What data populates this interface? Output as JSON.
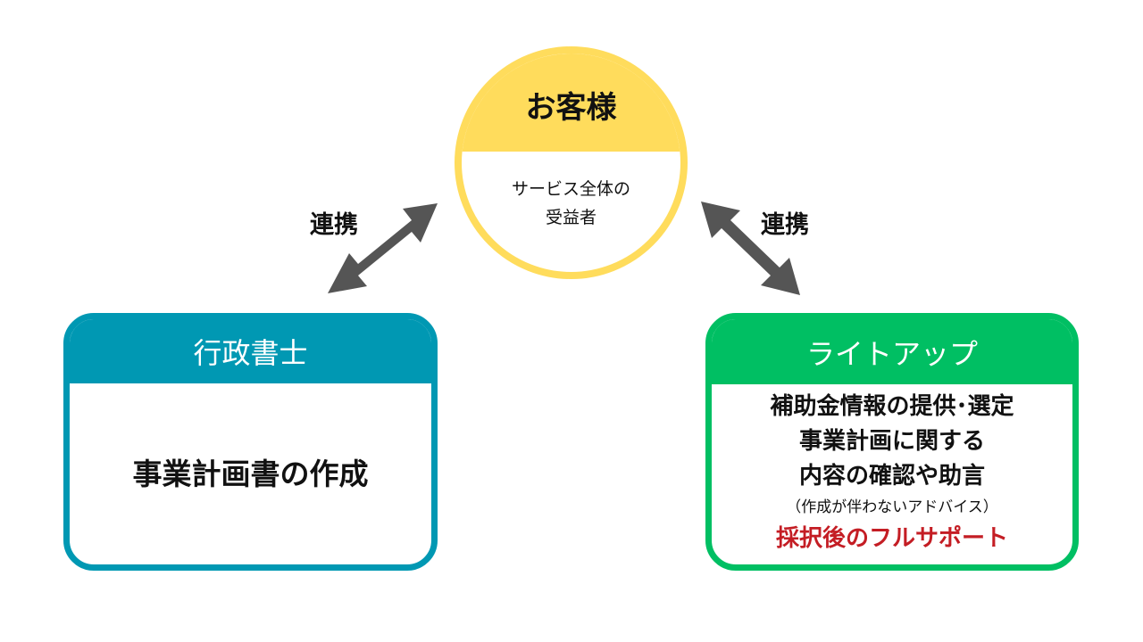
{
  "center": {
    "title": "お客様",
    "lines": [
      "サービス全体の",
      "受益者"
    ],
    "color": "#ffdc5c"
  },
  "left_box": {
    "title": "行政書士",
    "body": "事業計画書の作成",
    "color": "#0098b3"
  },
  "right_box": {
    "title": "ライトアップ",
    "lines": [
      "補助金情報の提供･選定",
      "事業計画に関する",
      "内容の確認や助言"
    ],
    "note": "（作成が伴わないアドバイス）",
    "highlight": "採択後のフルサポート",
    "color": "#00bf63",
    "highlight_color": "#c41d24"
  },
  "links": {
    "left_label": "連携",
    "right_label": "連携",
    "arrow_color": "#555555"
  }
}
